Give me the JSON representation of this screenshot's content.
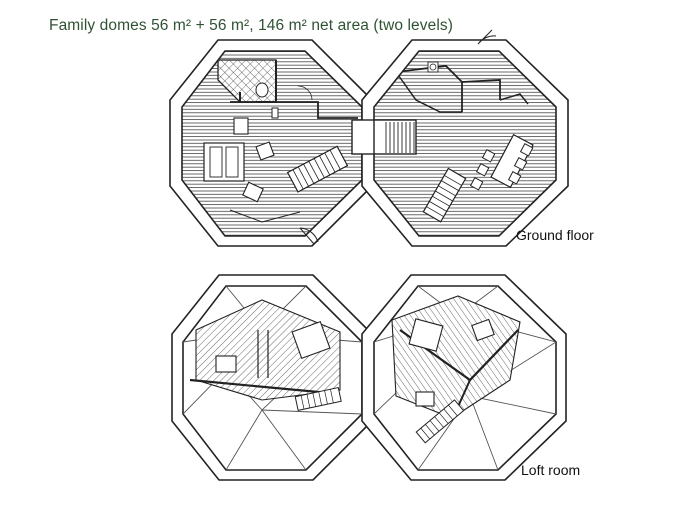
{
  "title": "Family domes 56 m² + 56 m², 146 m² net area (two levels)",
  "plans": [
    {
      "label": "Ground floor"
    },
    {
      "label": "Loft room"
    }
  ]
}
